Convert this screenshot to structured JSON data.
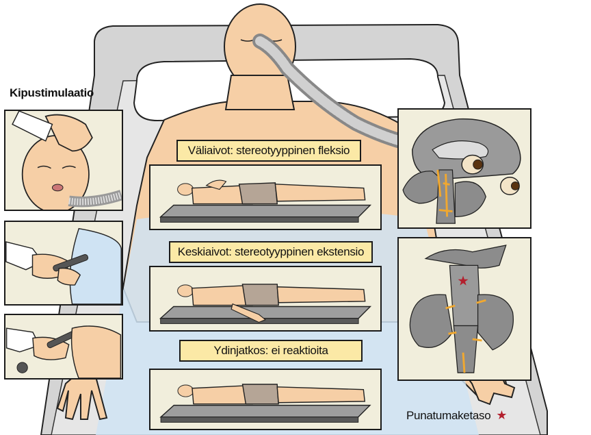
{
  "stimulation": {
    "title": "Kipustimulaatio"
  },
  "levels": [
    {
      "label": "Väliaivot: stereotyyppinen fleksio"
    },
    {
      "label": "Keskiaivot: stereotyyppinen ekstensio"
    },
    {
      "label": "Ydinjatkos: ei reaktioita"
    }
  ],
  "legend": {
    "label": "Punatumaketaso",
    "marker": "★",
    "marker_color": "#b3202e"
  },
  "colors": {
    "panel_bg": "#f1eedc",
    "label_bg": "#fbe9a6",
    "skin": "#f6cfa6",
    "shorts": "#b5a596",
    "bed": "#cfcfcf",
    "fluid": "#cfe3f3",
    "nerve": "#f0a830",
    "brain": "#9a9a9a"
  }
}
